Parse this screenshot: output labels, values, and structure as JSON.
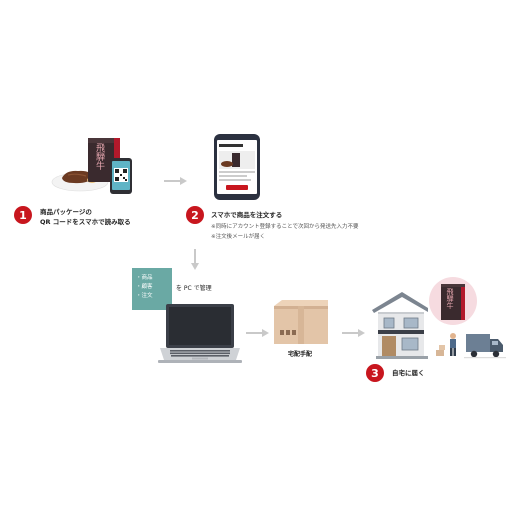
{
  "step1": {
    "number": "1",
    "caption_line1": "商品パッケージの",
    "caption_line2": "QR コードをスマホで読み取る",
    "package_label": "飛騨牛"
  },
  "step2": {
    "number": "2",
    "caption": "スマホで商品を注文する",
    "note1": "※同時にアカウント登録することで次回から発送先入力不要",
    "note2": "※注文後メールが届く"
  },
  "manage": {
    "items": [
      "・商品",
      "・顧客",
      "・注文"
    ],
    "caption": "を PC で管理"
  },
  "shipping": {
    "caption": "宅配手配"
  },
  "step3": {
    "number": "3",
    "caption": "自宅に届く",
    "package_label": "飛騨牛"
  },
  "colors": {
    "accent_red": "#c8161e",
    "arrow_gray": "#c9c9c9",
    "manage_box": "#6aa9a4"
  }
}
